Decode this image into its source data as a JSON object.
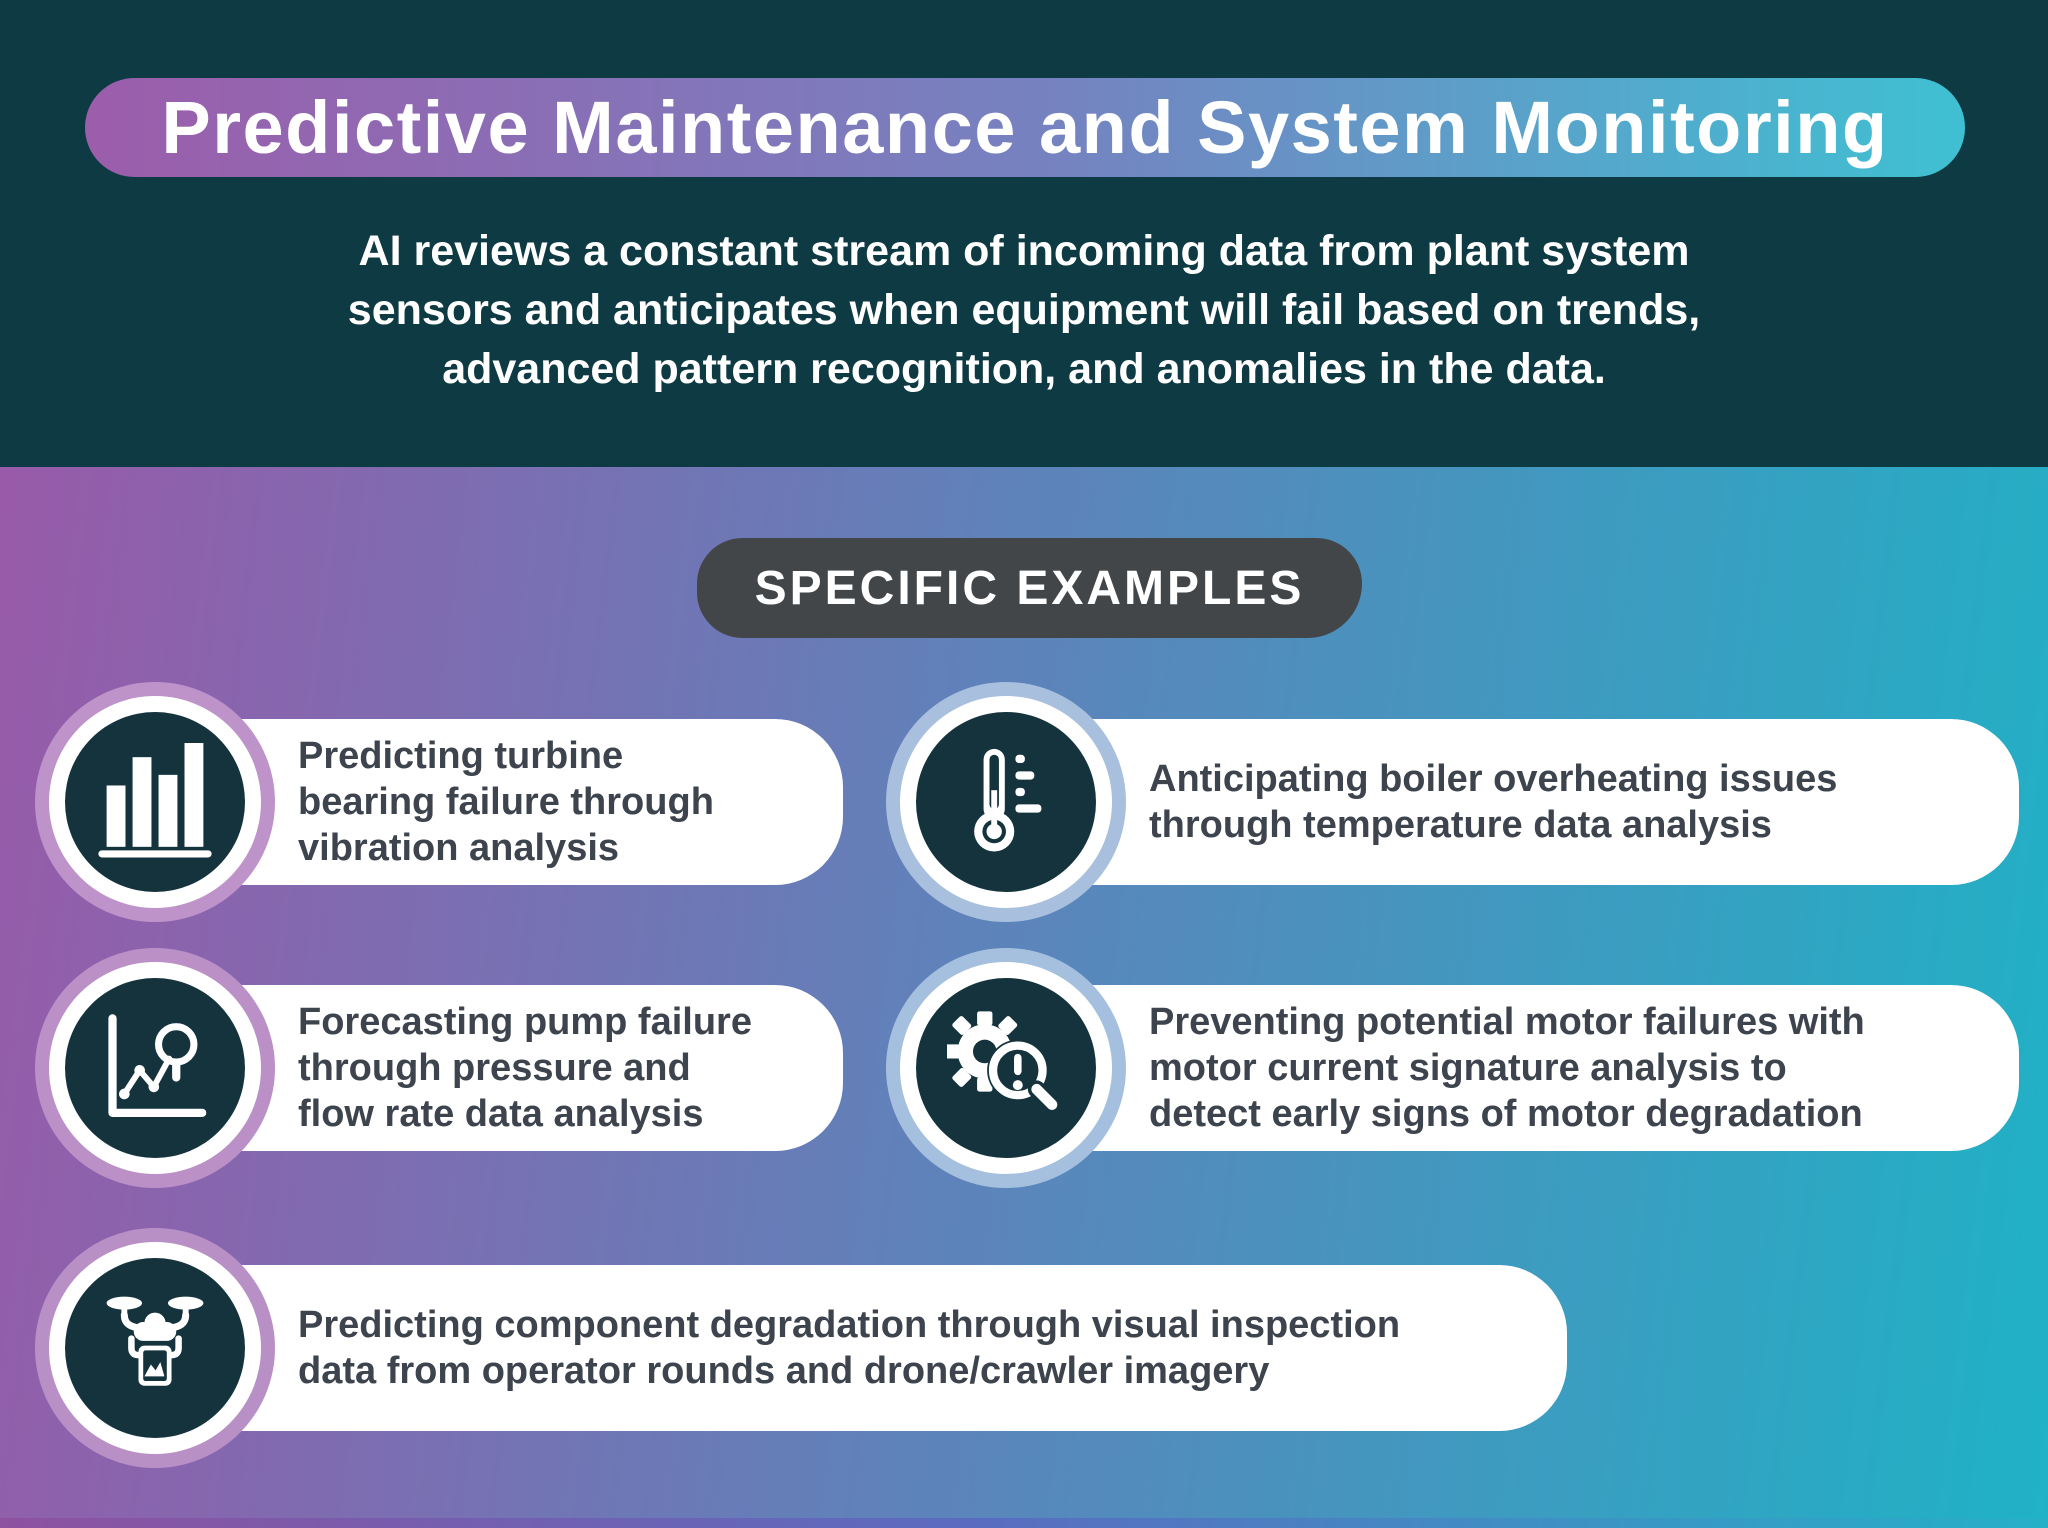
{
  "header": {
    "title": "Predictive Maintenance and System Monitoring",
    "intro": "AI reviews a constant stream of incoming data from plant system\nsensors and anticipates when equipment will fail based on trends,\nadvanced pattern recognition, and anomalies in the data."
  },
  "badge": {
    "label": "SPECIFIC EXAMPLES"
  },
  "examples": [
    {
      "icon": "bar-chart-icon",
      "text": "Predicting turbine\nbearing failure through\nvibration analysis"
    },
    {
      "icon": "thermometer-icon",
      "text": "Anticipating boiler overheating issues\nthrough temperature data analysis"
    },
    {
      "icon": "line-chart-magnifier-icon",
      "text": "Forecasting pump failure\nthrough pressure and\nflow rate data analysis"
    },
    {
      "icon": "gear-alert-magnifier-icon",
      "text": "Preventing potential motor failures with\nmotor current signature analysis to\ndetect early signs of motor degradation"
    },
    {
      "icon": "drone-camera-icon",
      "text": "Predicting component degradation through visual inspection\ndata from operator rounds and drone/crawler imagery"
    }
  ],
  "colors": {
    "header_bg": "#0d3a43",
    "badge_bg": "#434649",
    "pill_bg": "#ffffff",
    "icon_circle_bg": "#14333d",
    "text_dark": "#3d444d",
    "bg_gradient_left": "#9b58a8",
    "bg_gradient_mid": "#5f82ba",
    "bg_gradient_right": "#1fb2c6",
    "title_gradient_left": "#9c5dab",
    "title_gradient_right": "#3fc0d2"
  }
}
